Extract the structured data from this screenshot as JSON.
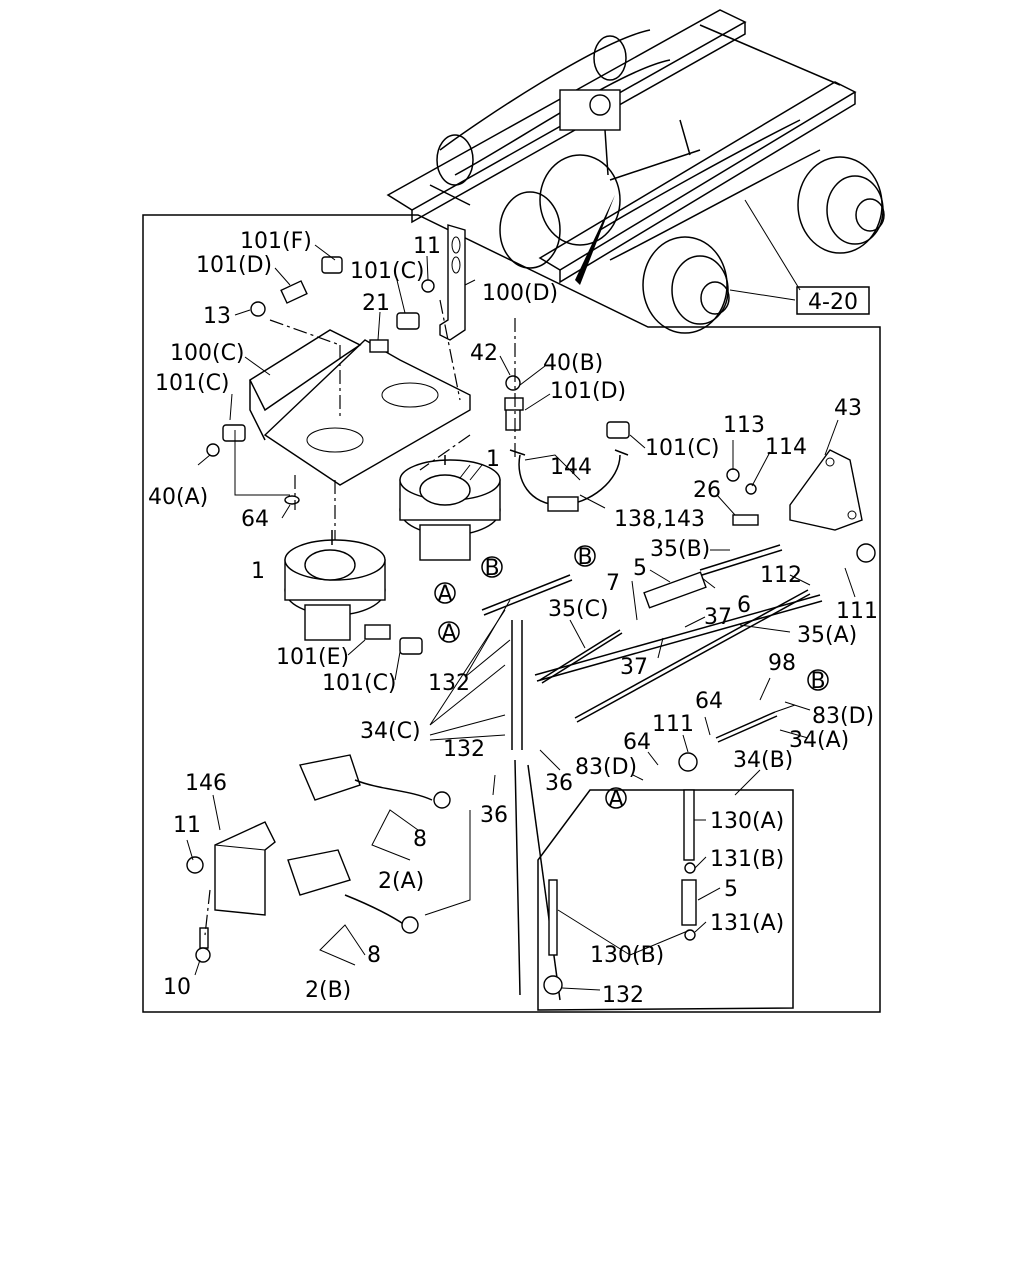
{
  "diagram": {
    "ref_box": "4-20",
    "circle_markers": [
      "A",
      "B"
    ],
    "labels": [
      "101(F)",
      "101(D)",
      "101(C)",
      "11",
      "21",
      "100(D)",
      "13",
      "100(C)",
      "42",
      "40(B)",
      "101(D)",
      "101(C)",
      "101(C)",
      "40(A)",
      "1",
      "144",
      "113",
      "114",
      "43",
      "26",
      "138,143",
      "64",
      "1",
      "35(B)",
      "5",
      "112",
      "7",
      "6",
      "111",
      "35(C)",
      "37",
      "35(A)",
      "37",
      "101(E)",
      "101(C)",
      "132",
      "98",
      "34(C)",
      "64",
      "83(D)",
      "132",
      "111",
      "34(A)",
      "64",
      "83(D)",
      "36",
      "36",
      "34(B)",
      "146",
      "11",
      "130(A)",
      "8",
      "2(A)",
      "131(B)",
      "5",
      "131(A)",
      "8",
      "130(B)",
      "10",
      "2(B)",
      "132"
    ]
  }
}
